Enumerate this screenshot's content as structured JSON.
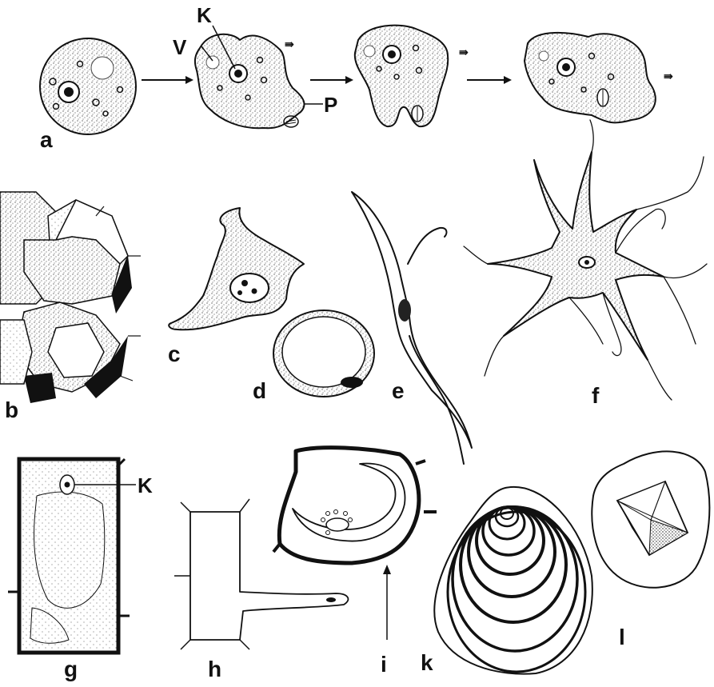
{
  "panels": {
    "a": "a",
    "b": "b",
    "c": "c",
    "d": "d",
    "e": "e",
    "f": "f",
    "g": "g",
    "h": "h",
    "i": "i",
    "k": "k",
    "l": "l"
  },
  "annotations": {
    "V": "V",
    "K_top": "K",
    "P": "P",
    "K_g": "K"
  }
}
